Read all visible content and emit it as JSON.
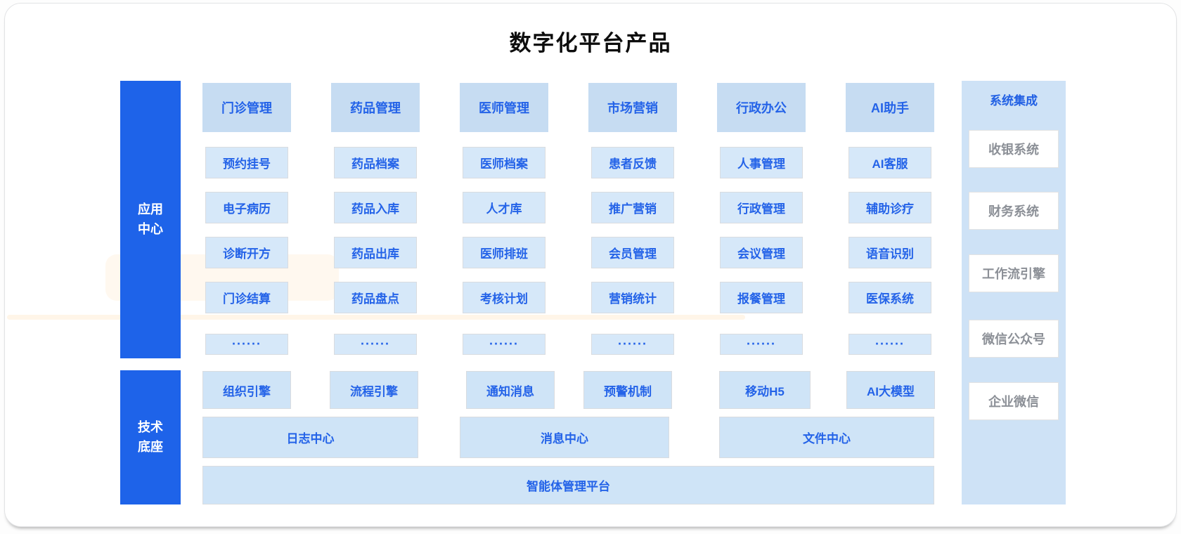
{
  "title": "数字化平台产品",
  "app_center": {
    "label": "应用\n中心",
    "columns": [
      {
        "header": "门诊管理",
        "items": [
          "预约挂号",
          "电子病历",
          "诊断开方",
          "门诊结算",
          "......"
        ]
      },
      {
        "header": "药品管理",
        "items": [
          "药品档案",
          "药品入库",
          "药品出库",
          "药品盘点",
          "......"
        ]
      },
      {
        "header": "医师管理",
        "items": [
          "医师档案",
          "人才库",
          "医师排班",
          "考核计划",
          "......"
        ]
      },
      {
        "header": "市场营销",
        "items": [
          "患者反馈",
          "推广营销",
          "会员管理",
          "营销统计",
          "......"
        ]
      },
      {
        "header": "行政办公",
        "items": [
          "人事管理",
          "行政管理",
          "会议管理",
          "报餐管理",
          "......"
        ]
      },
      {
        "header": "AI助手",
        "items": [
          "AI客服",
          "辅助诊疗",
          "语音识别",
          "医保系统",
          "......"
        ]
      }
    ]
  },
  "tech_base": {
    "label": "技术\n底座",
    "row1": [
      "组织引擎",
      "流程引擎",
      "通知消息",
      "预警机制",
      "移动H5",
      "AI大模型"
    ],
    "row2": [
      "日志中心",
      "消息中心",
      "文件中心"
    ],
    "row3": [
      "智能体管理平台"
    ]
  },
  "integration": {
    "title": "系统集成",
    "items": [
      "收银系统",
      "财务系统",
      "工作流引擎",
      "微信公众号",
      "企业微信"
    ]
  },
  "colors": {
    "rail_blue": "#1e63e9",
    "box_text_blue": "#2463e8",
    "header_fill": "#c6dcf2",
    "item_fill": "#d6e8f9",
    "tech_fill": "#cfe4f7",
    "panel_fill": "#cee2f6",
    "integration_text_gray": "#8c9097",
    "title_black": "#0d0d0d"
  }
}
